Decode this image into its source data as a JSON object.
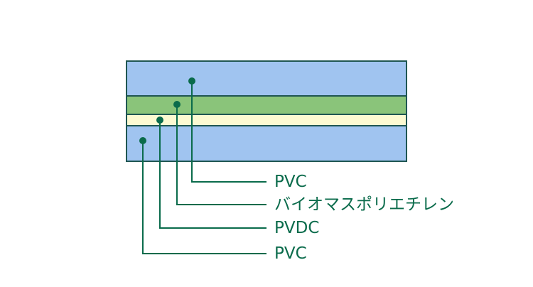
{
  "colors": {
    "outline": "#1f5652",
    "pvc_fill": "#a0c4f0",
    "biomass_pe_fill": "#8ac47a",
    "pvdc_fill": "#fcfad2",
    "leader": "#0a6b4b",
    "label_text": "#0a6b4b"
  },
  "layers": [
    {
      "id": "pvc-top",
      "label": "PVC"
    },
    {
      "id": "biomass-pe",
      "label": "バイオマスポリエチレン"
    },
    {
      "id": "pvdc",
      "label": "PVDC"
    },
    {
      "id": "pvc-bottom",
      "label": "PVC"
    }
  ]
}
